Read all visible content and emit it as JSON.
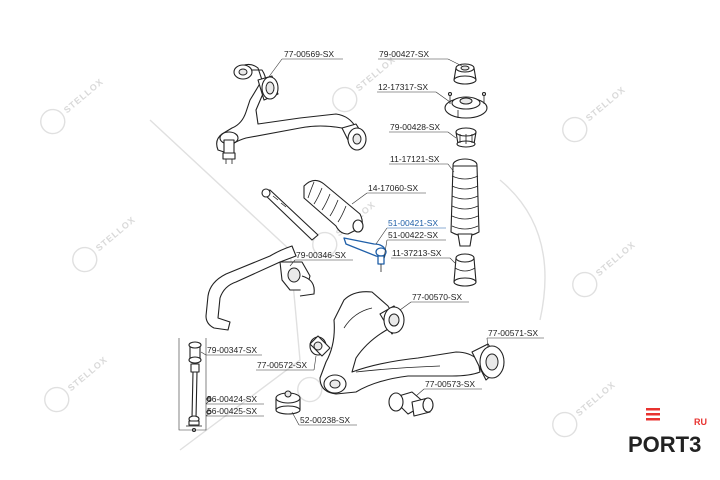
{
  "watermark": "STELLOX",
  "parts": [
    {
      "id": "p-77-00569",
      "label": "77-00569-SX"
    },
    {
      "id": "p-79-00427",
      "label": "79-00427-SX"
    },
    {
      "id": "p-12-17317",
      "label": "12-17317-SX"
    },
    {
      "id": "p-79-00428",
      "label": "79-00428-SX"
    },
    {
      "id": "p-11-17121",
      "label": "11-17121-SX"
    },
    {
      "id": "p-14-17060",
      "label": "14-17060-SX"
    },
    {
      "id": "p-51-00421",
      "label": "51-00421-SX",
      "highlight": "#1f5fa8"
    },
    {
      "id": "p-51-00422",
      "label": "51-00422-SX"
    },
    {
      "id": "p-79-00346",
      "label": "79-00346-SX"
    },
    {
      "id": "p-11-37213",
      "label": "11-37213-SX"
    },
    {
      "id": "p-77-00570",
      "label": "77-00570-SX"
    },
    {
      "id": "p-77-00571",
      "label": "77-00571-SX"
    },
    {
      "id": "p-79-00347",
      "label": "79-00347-SX"
    },
    {
      "id": "p-77-00572",
      "label": "77-00572-SX"
    },
    {
      "id": "p-77-00573",
      "label": "77-00573-SX"
    },
    {
      "id": "p-56-00424",
      "label": "56-00424-SX"
    },
    {
      "id": "p-56-00425",
      "label": "56-00425-SX"
    },
    {
      "id": "p-52-00238",
      "label": "52-00238-SX"
    }
  ],
  "logo": {
    "brand": "PORT3",
    "suffix": "RU",
    "accent": "#e8322f"
  },
  "colors": {
    "highlight": "#1f5fa8",
    "line": "#222222",
    "watermark": "#d9d9d9"
  }
}
